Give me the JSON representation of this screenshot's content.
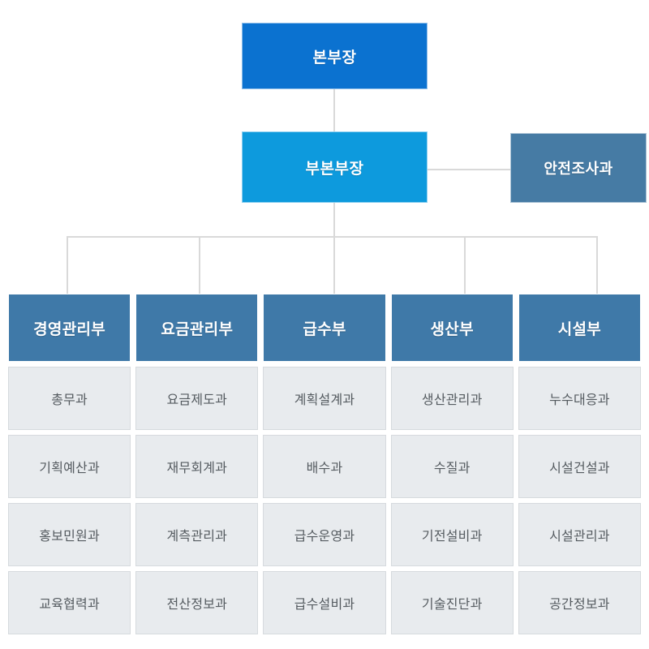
{
  "chart_title": "",
  "colors": {
    "chief_bg": "#0b72d0",
    "deputy_bg": "#0d9add",
    "staff_bg": "#467ba4",
    "dept_head_bg": "#3f79a8",
    "dept_cell_bg": "#e8ebee",
    "connector": "#d9d9d9",
    "head_text": "#ffffff",
    "cell_text": "#555b60"
  },
  "top": {
    "chief": "본부장",
    "deputy": "부본부장",
    "staff_unit": "안전조사과"
  },
  "departments": [
    {
      "name": "경영관리부",
      "teams": [
        "총무과",
        "기획예산과",
        "홍보민원과",
        "교육협력과"
      ]
    },
    {
      "name": "요금관리부",
      "teams": [
        "요금제도과",
        "재무회계과",
        "계측관리과",
        "전산정보과"
      ]
    },
    {
      "name": "급수부",
      "teams": [
        "계획설계과",
        "배수과",
        "급수운영과",
        "급수설비과"
      ]
    },
    {
      "name": "생산부",
      "teams": [
        "생산관리과",
        "수질과",
        "기전설비과",
        "기술진단과"
      ]
    },
    {
      "name": "시설부",
      "teams": [
        "누수대응과",
        "시설건설과",
        "시설관리과",
        "공간정보과"
      ]
    }
  ]
}
